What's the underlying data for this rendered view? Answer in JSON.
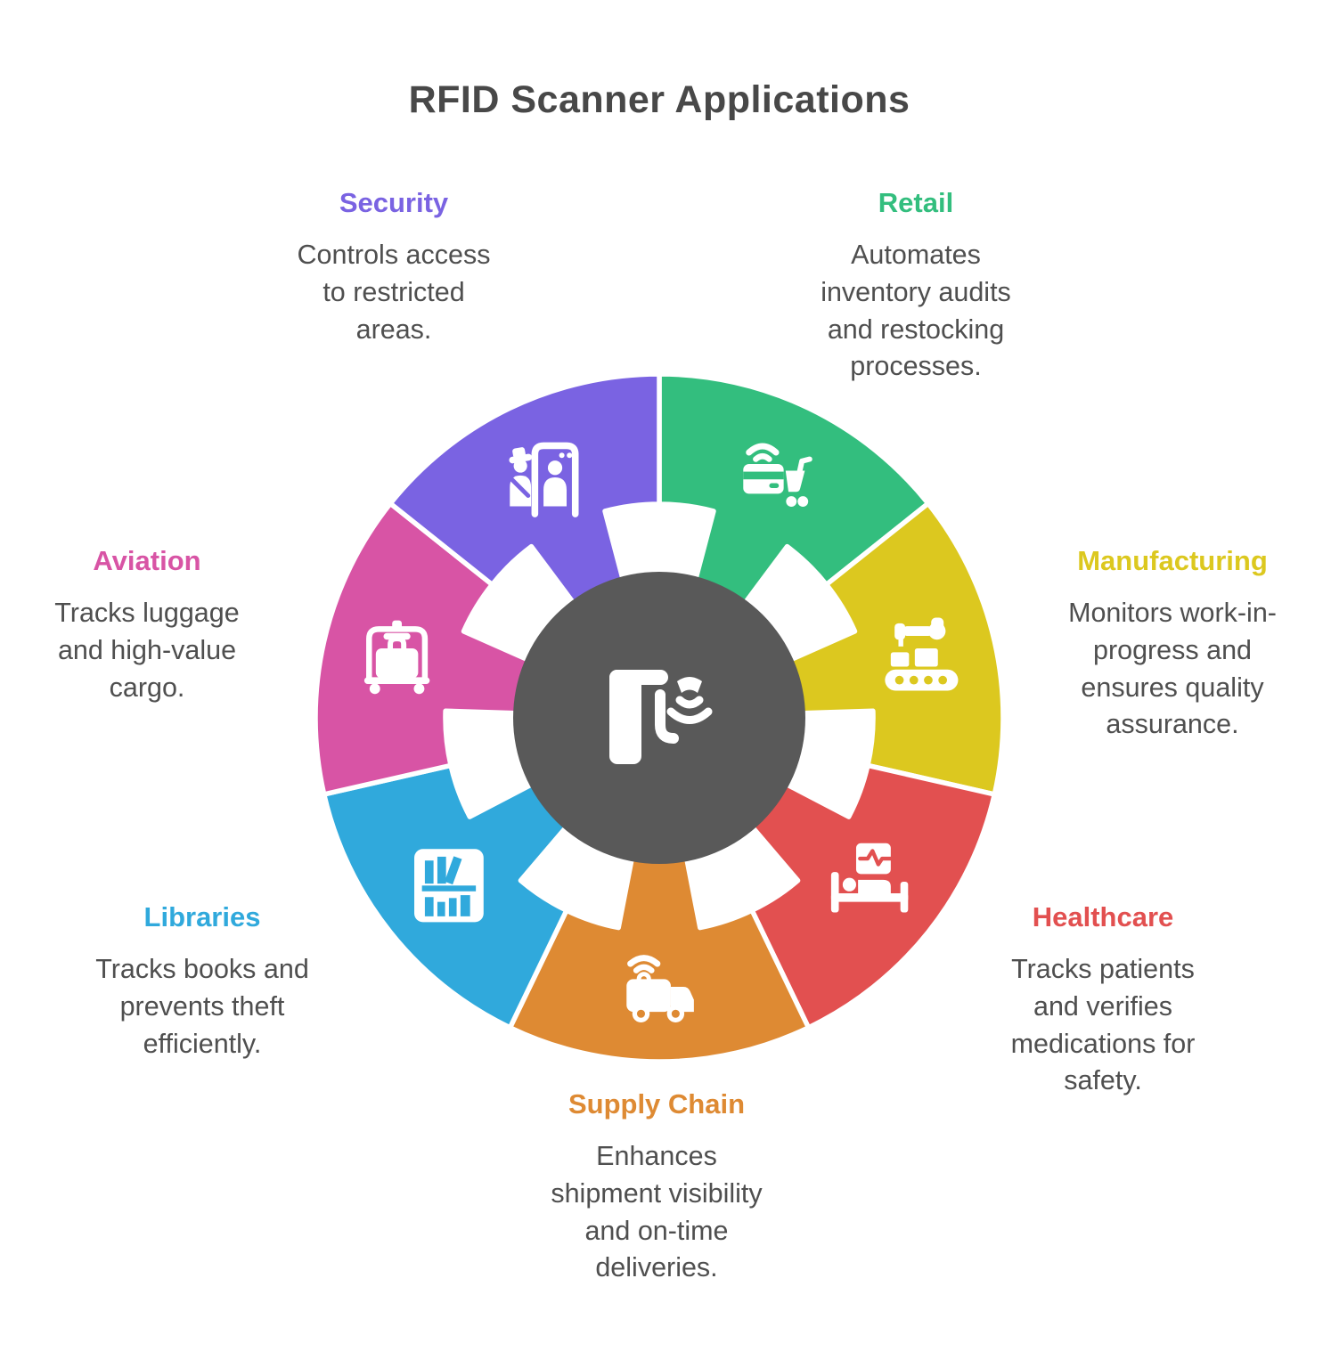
{
  "title": "RFID Scanner Applications",
  "text_color": "#4f4f4f",
  "wheel": {
    "center_icon": "rfid-scanner-icon",
    "center_color": "#595959",
    "segments": [
      {
        "id": "retail",
        "label": "Retail",
        "description": "Automates\ninventory audits\nand restocking\nprocesses.",
        "color": "#33be7e",
        "icon": "contactless-card-cart-icon"
      },
      {
        "id": "manufacturing",
        "label": "Manufacturing",
        "description": "Monitors work-in-\nprogress and\nensures quality\nassurance.",
        "color": "#dcc81f",
        "icon": "robotic-arm-conveyor-icon"
      },
      {
        "id": "healthcare",
        "label": "Healthcare",
        "description": "Tracks patients\nand verifies\nmedications for\nsafety.",
        "color": "#e25050",
        "icon": "hospital-bed-icon"
      },
      {
        "id": "supply_chain",
        "label": "Supply Chain",
        "description": "Enhances\nshipment visibility\nand on-time\ndeliveries.",
        "color": "#de8a33",
        "icon": "delivery-truck-icon"
      },
      {
        "id": "libraries",
        "label": "Libraries",
        "description": "Tracks books and\nprevents theft\nefficiently.",
        "color": "#30a9dc",
        "icon": "bookshelf-icon"
      },
      {
        "id": "aviation",
        "label": "Aviation",
        "description": "Tracks luggage\nand high-value\ncargo.",
        "color": "#d854a5",
        "icon": "luggage-cart-icon"
      },
      {
        "id": "security",
        "label": "Security",
        "description": "Controls access\nto restricted\nareas.",
        "color": "#7a63e2",
        "icon": "metal-detector-icon"
      }
    ]
  }
}
